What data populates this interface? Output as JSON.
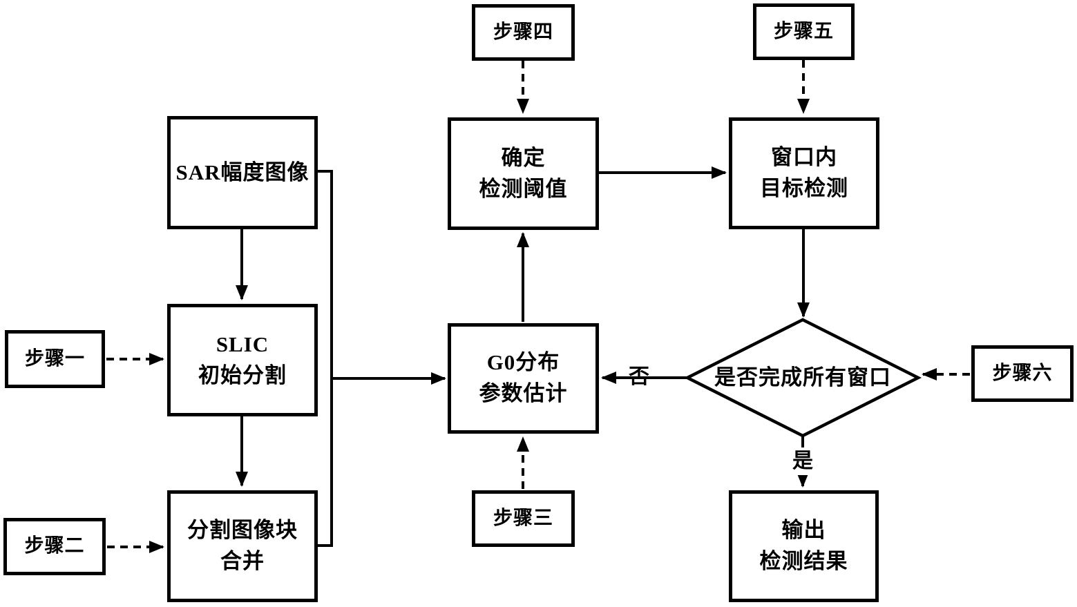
{
  "diagram": {
    "background": "#ffffff",
    "line_color": "#000000",
    "nodes": {
      "step4": {
        "label": "步骤四"
      },
      "step5": {
        "label": "步骤五"
      },
      "sar": {
        "label": "SAR幅度图像"
      },
      "threshold": {
        "label": "确定\n检测阈值"
      },
      "window_detect": {
        "label": "窗口内\n目标检测"
      },
      "step1": {
        "label": "步骤一"
      },
      "slic": {
        "label": "SLIC\n初始分割"
      },
      "g0": {
        "label": "G0分布\n参数估计"
      },
      "decision": {
        "label": "是否完成所有窗口"
      },
      "step6": {
        "label": "步骤六"
      },
      "step2": {
        "label": "步骤二"
      },
      "merge": {
        "label": "分割图像块\n合并"
      },
      "step3": {
        "label": "步骤三"
      },
      "output": {
        "label": "输出\n检测结果"
      }
    },
    "edge_labels": {
      "no": "否",
      "yes": "是"
    }
  }
}
